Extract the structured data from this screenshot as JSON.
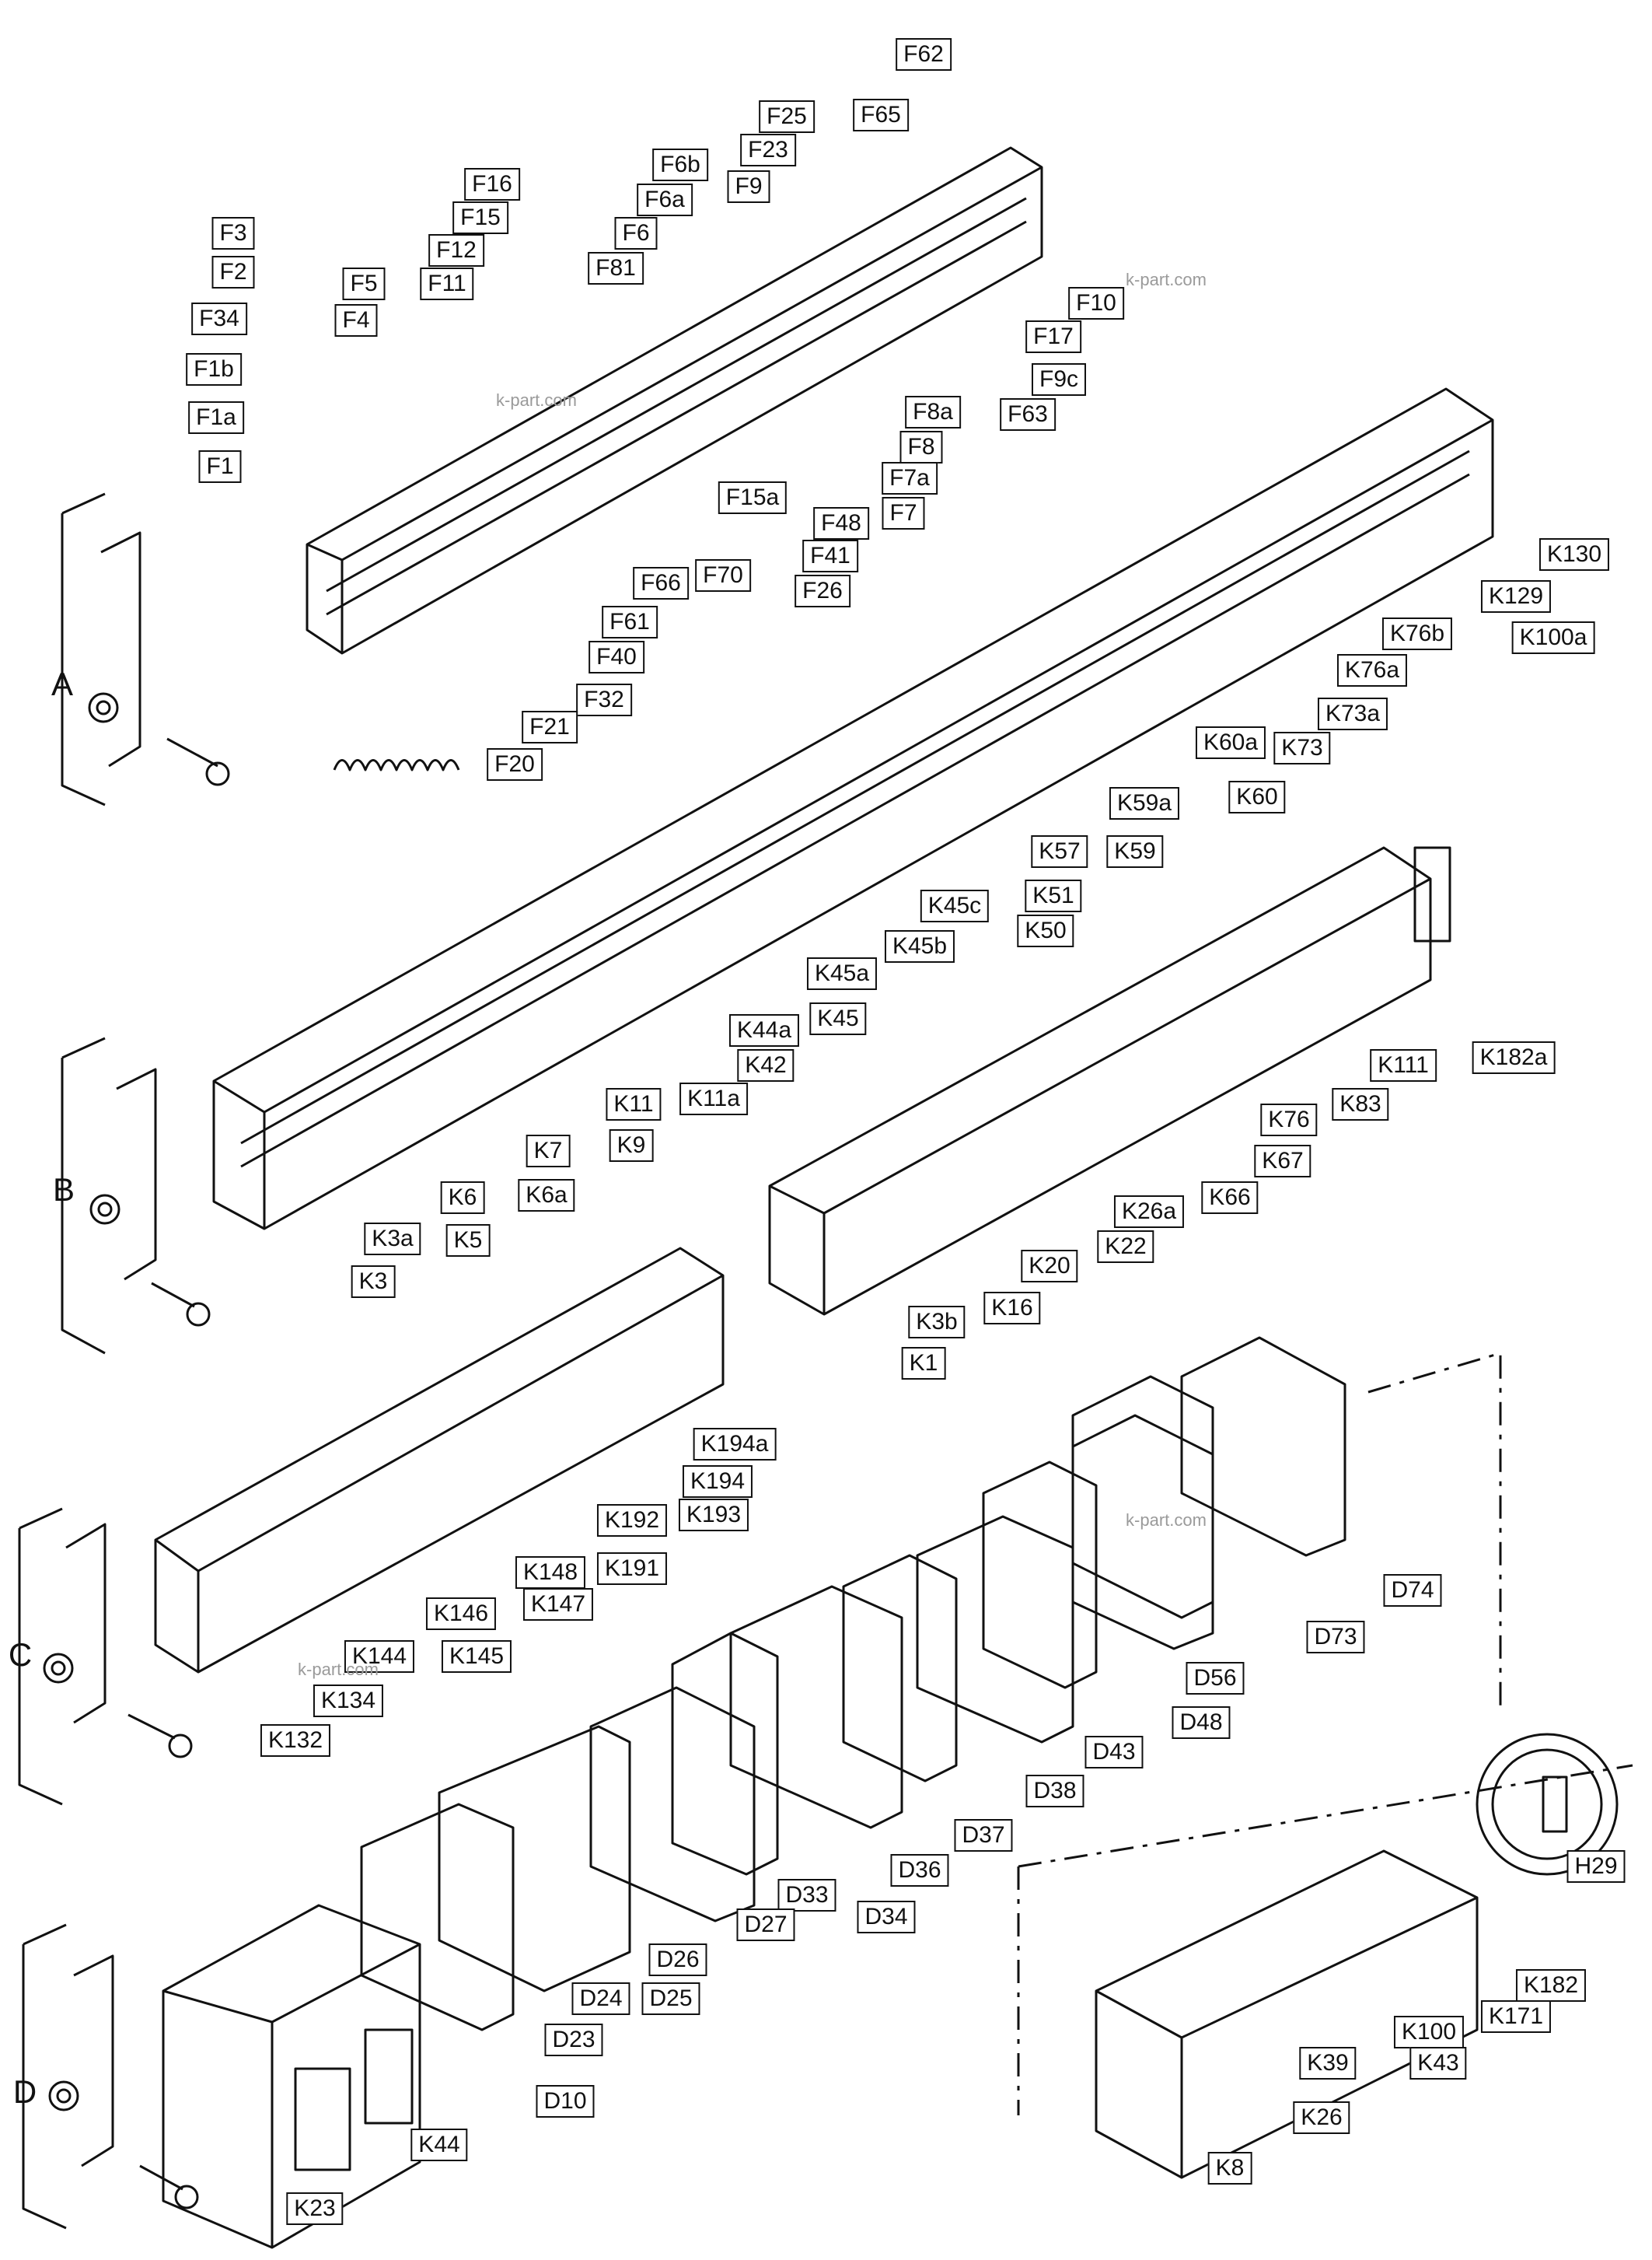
{
  "groups": [
    "A",
    "B",
    "C",
    "D"
  ],
  "watermark": "k-part.com",
  "labels": {
    "fuses": [
      "F62",
      "F65",
      "F25",
      "F23",
      "F6b",
      "F9",
      "F6a",
      "F16",
      "F15",
      "F12",
      "F11",
      "F6",
      "F81",
      "F3",
      "F2",
      "F5",
      "F4",
      "F34",
      "F1b",
      "F1a",
      "F1",
      "F10",
      "F17",
      "F9c",
      "F63",
      "F8a",
      "F8",
      "F7a",
      "F7",
      "F48",
      "F41",
      "F26",
      "F15a",
      "F70",
      "F66",
      "F61",
      "F40",
      "F32",
      "F21",
      "F20"
    ],
    "relays_b1": [
      "K130",
      "K129",
      "K100a",
      "K76b",
      "K76a",
      "K73a",
      "K73",
      "K60a",
      "K60",
      "K59a",
      "K59",
      "K57",
      "K51",
      "K50",
      "K45c",
      "K45b",
      "K45a",
      "K45",
      "K44a",
      "K42",
      "K11a",
      "K11",
      "K9",
      "K7",
      "K6a",
      "K6",
      "K5",
      "K3a",
      "K3"
    ],
    "relays_b2": [
      "K182a",
      "K111",
      "K83",
      "K76",
      "K67",
      "K66",
      "K26a",
      "K22",
      "K20",
      "K16",
      "K3b",
      "K1"
    ],
    "relays_c": [
      "K194a",
      "K194",
      "K193",
      "K192",
      "K191",
      "K148",
      "K147",
      "K146",
      "K145",
      "K144",
      "K134",
      "K132"
    ],
    "modules_d": [
      "D74",
      "D73",
      "D56",
      "D48",
      "D43",
      "D38",
      "D37",
      "D36",
      "D34",
      "D33",
      "D27",
      "D26",
      "D25",
      "D24",
      "D23",
      "D10",
      "K44",
      "K23"
    ],
    "modules_right": [
      "H29",
      "K182",
      "K171",
      "K100",
      "K43",
      "K39",
      "K26",
      "K8"
    ]
  }
}
